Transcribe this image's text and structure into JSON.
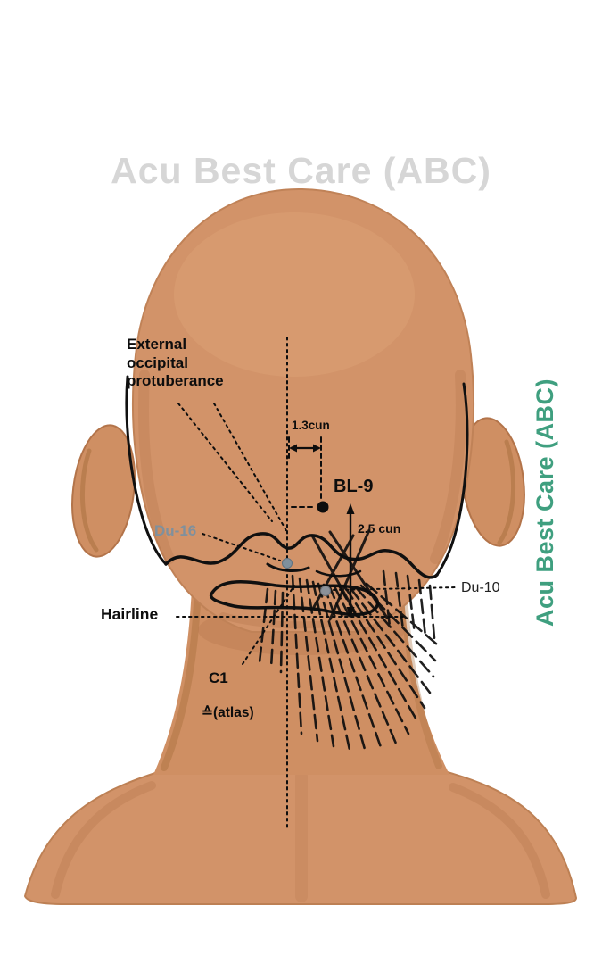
{
  "watermarks": {
    "top": "Acu Best Care (ABC)",
    "side": "Acu Best Care (ABC)"
  },
  "labels": {
    "external_occipital": "External\noccipital\nprotuberance",
    "distance_13": "1.3cun",
    "bl9": "BL-9",
    "du16": "Du-16",
    "distance_25": "2.5 cun",
    "du10": "Du-10",
    "hairline": "Hairline",
    "c1": "C1",
    "c1_alias": "≙(atlas)"
  },
  "colors": {
    "skin": "#d29369",
    "skin_dark": "#b3744a",
    "skin_outline": "#bd8054",
    "ink": "#0d0d0d",
    "watermark_top": "#d6d6d6",
    "watermark_side": "#3f9f7f",
    "du16_label": "#7f909d",
    "point_gray": "#8b9199"
  }
}
